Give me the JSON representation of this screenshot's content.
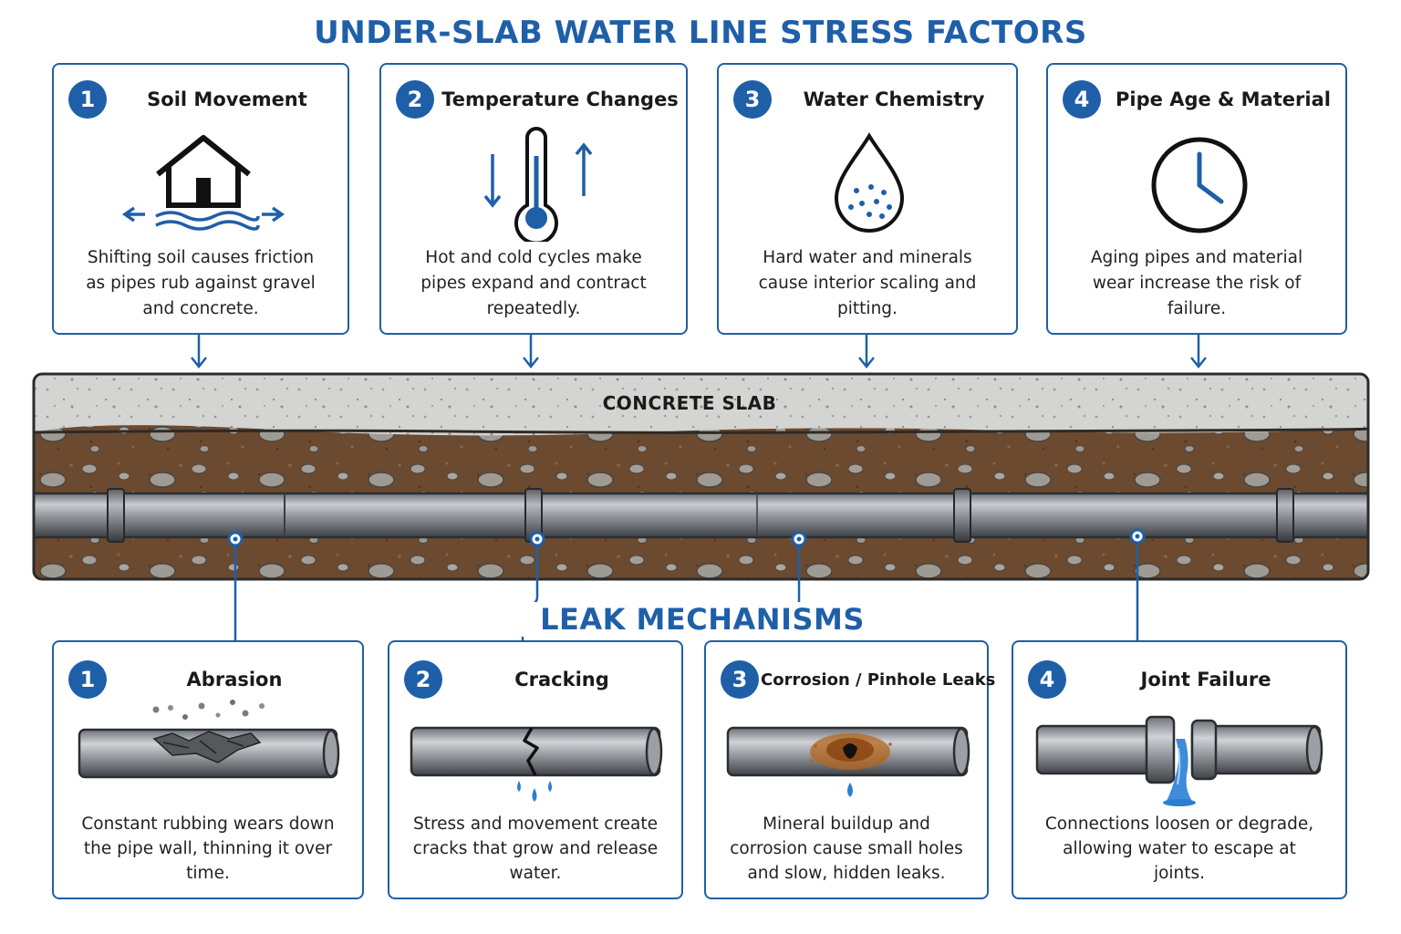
{
  "title": "UNDER-SLAB WATER LINE STRESS FACTORS",
  "stress_factors": [
    {
      "number": "1",
      "title": "Soil Movement",
      "icon": "house-shifting-soil-icon",
      "description": "Shifting soil causes friction as pipes rub against gravel and concrete."
    },
    {
      "number": "2",
      "title": "Temperature Changes",
      "icon": "thermometer-icon",
      "description": "Hot and cold cycles make pipes expand and contract repeatedly."
    },
    {
      "number": "3",
      "title": "Water Chemistry",
      "icon": "water-drop-icon",
      "description": "Hard water and minerals cause interior scaling and pitting."
    },
    {
      "number": "4",
      "title": "Pipe Age & Material",
      "icon": "clock-icon",
      "description": "Aging pipes and material wear increase the risk of failure."
    }
  ],
  "slab_label": "CONCRETE SLAB",
  "section_title": "LEAK MECHANISMS",
  "leak_mechanisms": [
    {
      "number": "1",
      "title": "Abrasion",
      "icon": "abraded-pipe-icon",
      "description": "Constant rubbing wears down the pipe wall, thinning it over time."
    },
    {
      "number": "2",
      "title": "Cracking",
      "icon": "cracked-pipe-icon",
      "description": "Stress and movement create cracks that grow and release water."
    },
    {
      "number": "3",
      "title": "Corrosion / Pinhole Leaks",
      "icon": "corroded-pipe-icon",
      "description": "Mineral buildup and corrosion cause small holes and slow, hidden leaks."
    },
    {
      "number": "4",
      "title": "Joint Failure",
      "icon": "leaking-joint-icon",
      "description": "Connections loosen or degrade, allowing water to escape at joints."
    }
  ],
  "colors": {
    "accent": "#1f5fa8",
    "concrete": "#d4d4d2",
    "soil": "#6b4a30",
    "pipe": "#8d9196",
    "rust": "#b5651d",
    "water": "#2a7fd4"
  }
}
